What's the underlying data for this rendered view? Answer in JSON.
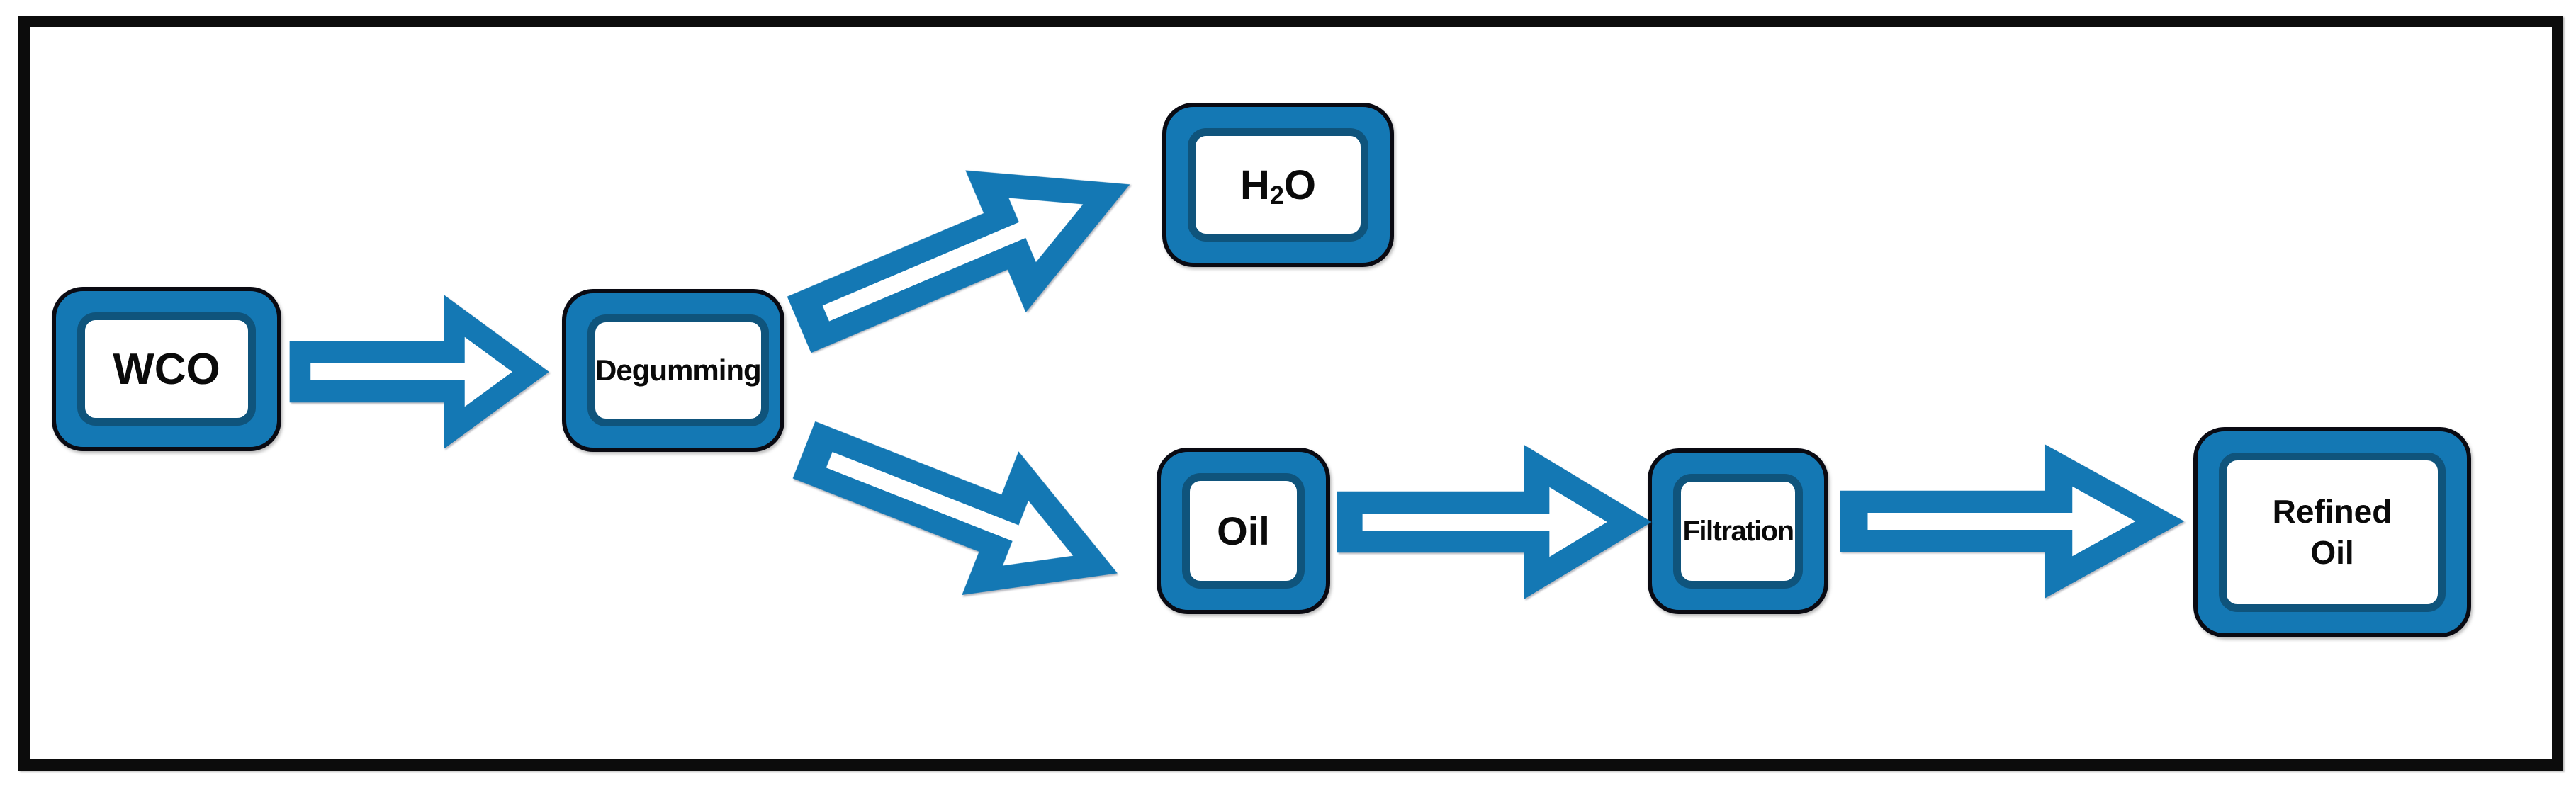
{
  "diagram": {
    "title": "WCO degumming process flow",
    "background_color": "#ffffff",
    "frame_color": "#0c0c0c",
    "accent_blue": "#1478b4",
    "inner_ring_blue": "#0f547c",
    "arrow_fill": "#ffffff",
    "text_color": "#0a0a0a",
    "nodes": [
      {
        "id": "wco",
        "label": "WCO"
      },
      {
        "id": "degumming",
        "label": "Degumming"
      },
      {
        "id": "h2o",
        "label": "H2O",
        "label_parts": {
          "base1": "H",
          "sub": "2",
          "base2": "O"
        }
      },
      {
        "id": "oil",
        "label": "Oil"
      },
      {
        "id": "filtration",
        "label": "Filtration"
      },
      {
        "id": "refined-oil",
        "label": "Refined Oil"
      }
    ],
    "connections": [
      {
        "from": "WCO",
        "to": "Degumming"
      },
      {
        "from": "Degumming",
        "to": "H2O"
      },
      {
        "from": "Degumming",
        "to": "Oil"
      },
      {
        "from": "Oil",
        "to": "Filtration"
      },
      {
        "from": "Filtration",
        "to": "Refined Oil"
      }
    ]
  }
}
